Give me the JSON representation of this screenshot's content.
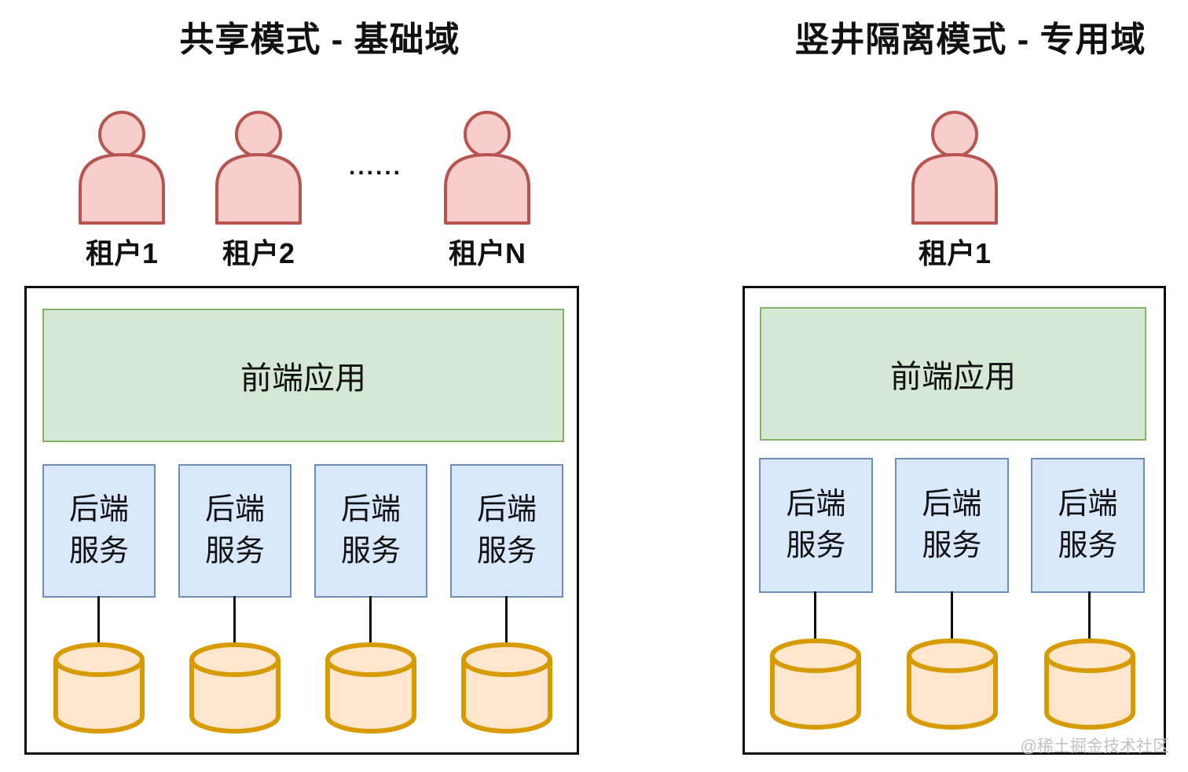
{
  "left": {
    "title": "共享模式 - 基础域",
    "tenants": [
      "租户1",
      "租户2",
      "租户N"
    ],
    "ellipsis": "......",
    "frontend_label": "前端应用",
    "services": [
      "后端\n服务",
      "后端\n服务",
      "后端\n服务",
      "后端\n服务"
    ]
  },
  "right": {
    "title": "竖井隔离模式 - 专用域",
    "tenants": [
      "租户1"
    ],
    "frontend_label": "前端应用",
    "services": [
      "后端\n服务",
      "后端\n服务",
      "后端\n服务"
    ]
  },
  "watermark": "@稀土掘金技术社区",
  "colors": {
    "tenant_fill": "#f8cecc",
    "tenant_stroke": "#b85450",
    "frontend_fill": "#d5e8d4",
    "frontend_stroke": "#82b366",
    "service_fill": "#dae8fc",
    "service_stroke": "#6c8ebf",
    "db_fill": "#ffe6cc",
    "db_stroke": "#d79b00",
    "container_stroke": "#0d0d0d",
    "line_color": "#0d0d0d",
    "watermark_color": "#c2c2c2"
  }
}
